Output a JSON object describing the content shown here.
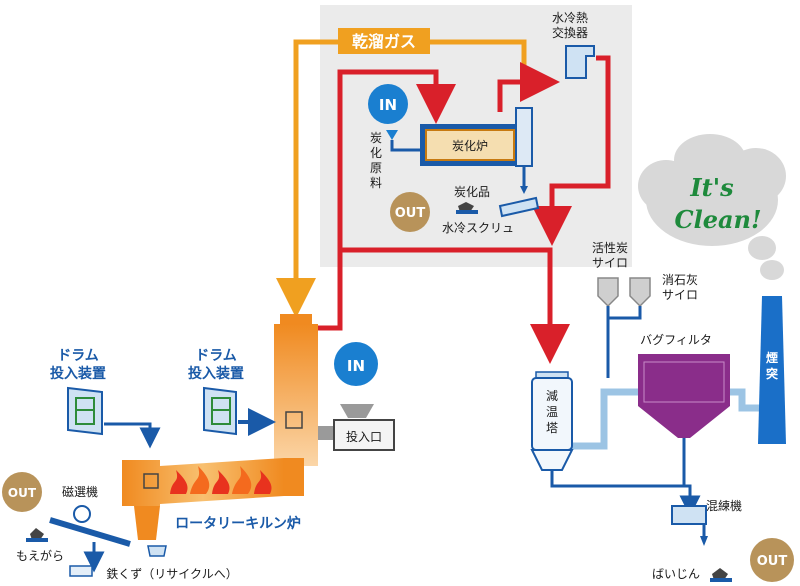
{
  "labels": {
    "dry_gas": "乾溜ガス",
    "water_cooled_heat_exchanger_1": "水冷熱",
    "water_cooled_heat_exchanger_2": "交換器",
    "carbonization_furnace": "炭化炉",
    "carbonized_material": "炭化原料",
    "carbide": "炭化品",
    "water_screw": "水冷スクリュ",
    "activated_carbon_silo_1": "活性炭",
    "activated_carbon_silo_2": "サイロ",
    "slaked_lime_silo_1": "消石灰",
    "slaked_lime_silo_2": "サイロ",
    "bag_filter": "バグフィルタ",
    "chimney": "煙突",
    "cooling_tower": "減温塔",
    "kneader": "混練機",
    "fly_ash": "ばいじん",
    "drum_feeder_1_line1": "ドラム",
    "drum_feeder_1_line2": "投入装置",
    "drum_feeder_2_line1": "ドラム",
    "drum_feeder_2_line2": "投入装置",
    "inlet": "投入口",
    "rotary_kiln": "ロータリーキルン炉",
    "magnetic_separator": "磁選機",
    "ash_residue": "もえがら",
    "scrap_iron": "鉄くず（リサイクルへ）",
    "its_clean_1": "It's",
    "its_clean_2": "Clean!"
  },
  "badges": {
    "in_top": "IN",
    "out_top": "OUT",
    "in_bottom": "IN",
    "out_left": "OUT",
    "out_bottom": "OUT"
  },
  "colors": {
    "gas_orange": "#f0a020",
    "flow_red": "#d9202a",
    "pipe_blue": "#1a5aa8",
    "pipe_light": "#9cc4e4",
    "in_badge": "#1a7fd0",
    "out_badge": "#b8935a",
    "bag_filter": "#8a2d8a",
    "chimney": "#1a6fc8",
    "panel_gray": "#ebebeb",
    "clean_green": "#1e8a3c"
  }
}
